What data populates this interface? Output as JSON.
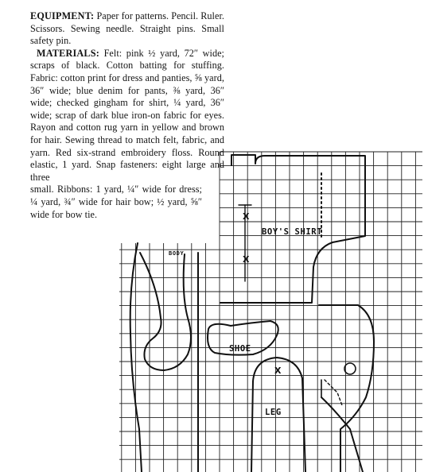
{
  "instructions": {
    "equipment_label": "EQUIPMENT:",
    "equipment_text": "Paper for patterns. Pencil. Ruler. Scissors. Sewing needle. Straight pins. Small safety pin.",
    "materials_label": "MATERIALS:",
    "materials_text_a": "Felt: pink ½ yard, 72″ wide; scraps of black. Cotton batting for stuffing. Fabric: cotton print for dress and panties, ⅝ yard, 36″ wide; blue denim for pants, ⅜ yard, 36″ wide; checked gingham for shirt, ¼ yard, 36″ wide; scrap of dark blue iron-on fabric for eyes. Rayon and cotton rug yarn in yellow and brown for hair. Sewing thread to match felt, fabric, and yarn. Red six-strand embroidery floss. Round elastic, 1 yard. Snap fasteners: eight large and three",
    "materials_text_b": "small. Ribbons: 1 yard, ¼″ wide for dress; ¼ yard, ¾″ wide for hair bow; ½ yard, ⅝″ wide for bow tie."
  },
  "pattern": {
    "labels": {
      "boys_shirt": "BOY'S SHIRT",
      "shoe": "SHOE",
      "leg": "LEG",
      "body_partial": "BODY"
    },
    "marks": {
      "x_mark": "X"
    }
  }
}
